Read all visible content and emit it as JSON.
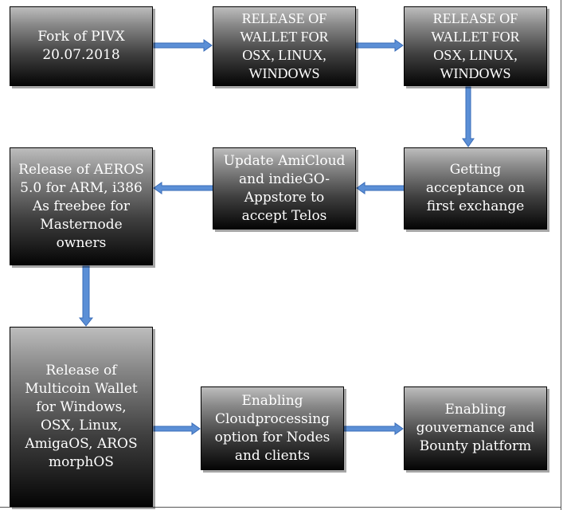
{
  "diagram": {
    "nodes": [
      {
        "id": "fork",
        "label": "Fork of PIVX\n20.07.2018"
      },
      {
        "id": "release1",
        "label": "RELEASE OF\nWALLET FOR\nOSX, LINUX,\nWINDOWS"
      },
      {
        "id": "release2",
        "label": "RELEASE OF\nWALLET FOR\nOSX, LINUX,\nWINDOWS"
      },
      {
        "id": "exchange",
        "label": "Getting\nacceptance on\nfirst exchange"
      },
      {
        "id": "amicloud",
        "label": "Update AmiCloud\nand indieGO-\nAppstore to\naccept Telos"
      },
      {
        "id": "aeros",
        "label": "Release of AEROS\n5.0 for ARM, i386\nAs freebee for\nMasternode\nowners"
      },
      {
        "id": "multicoin",
        "label": "Release of\nMulticoin Wallet\nfor Windows,\nOSX, Linux,\nAmigaOS, AROS\nmorphOS"
      },
      {
        "id": "cloudprocessing",
        "label": "Enabling\nCloudprocessing\noption for Nodes\nand clients"
      },
      {
        "id": "gouvernance",
        "label": "Enabling\ngouvernance and\nBounty platform"
      }
    ],
    "edges": [
      {
        "from": "fork",
        "to": "release1"
      },
      {
        "from": "release1",
        "to": "release2"
      },
      {
        "from": "release2",
        "to": "exchange"
      },
      {
        "from": "exchange",
        "to": "amicloud"
      },
      {
        "from": "amicloud",
        "to": "aeros"
      },
      {
        "from": "aeros",
        "to": "multicoin"
      },
      {
        "from": "multicoin",
        "to": "cloudprocessing"
      },
      {
        "from": "cloudprocessing",
        "to": "gouvernance"
      }
    ],
    "colors": {
      "box_top": "#bdbdbd",
      "box_bottom": "#050505",
      "text": "#ffffff",
      "arrow_fill": "#5b8fd6",
      "arrow_stroke": "#3a6cb8"
    }
  }
}
